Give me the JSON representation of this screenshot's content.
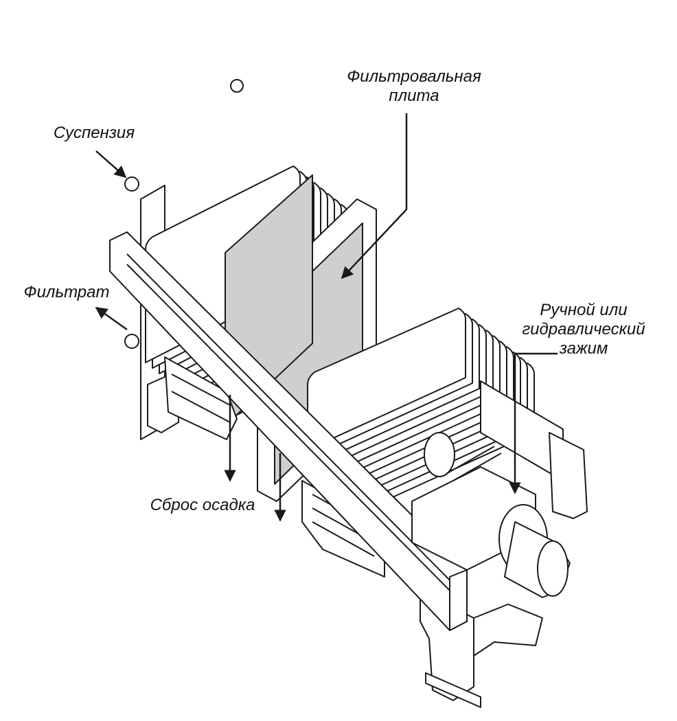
{
  "labels": {
    "filter_plate": [
      "Фильтровальная",
      "плита"
    ],
    "slurry": "Суспензия",
    "filtrate": "Фильтрат",
    "clamp": [
      "Ручной или",
      "гидравлический",
      "зажим"
    ],
    "cake_discharge": "Сброс осадка"
  },
  "colors": {
    "line": "#1a1a1a",
    "filter_cloth": "#cfcfcf",
    "background": "#ffffff"
  }
}
